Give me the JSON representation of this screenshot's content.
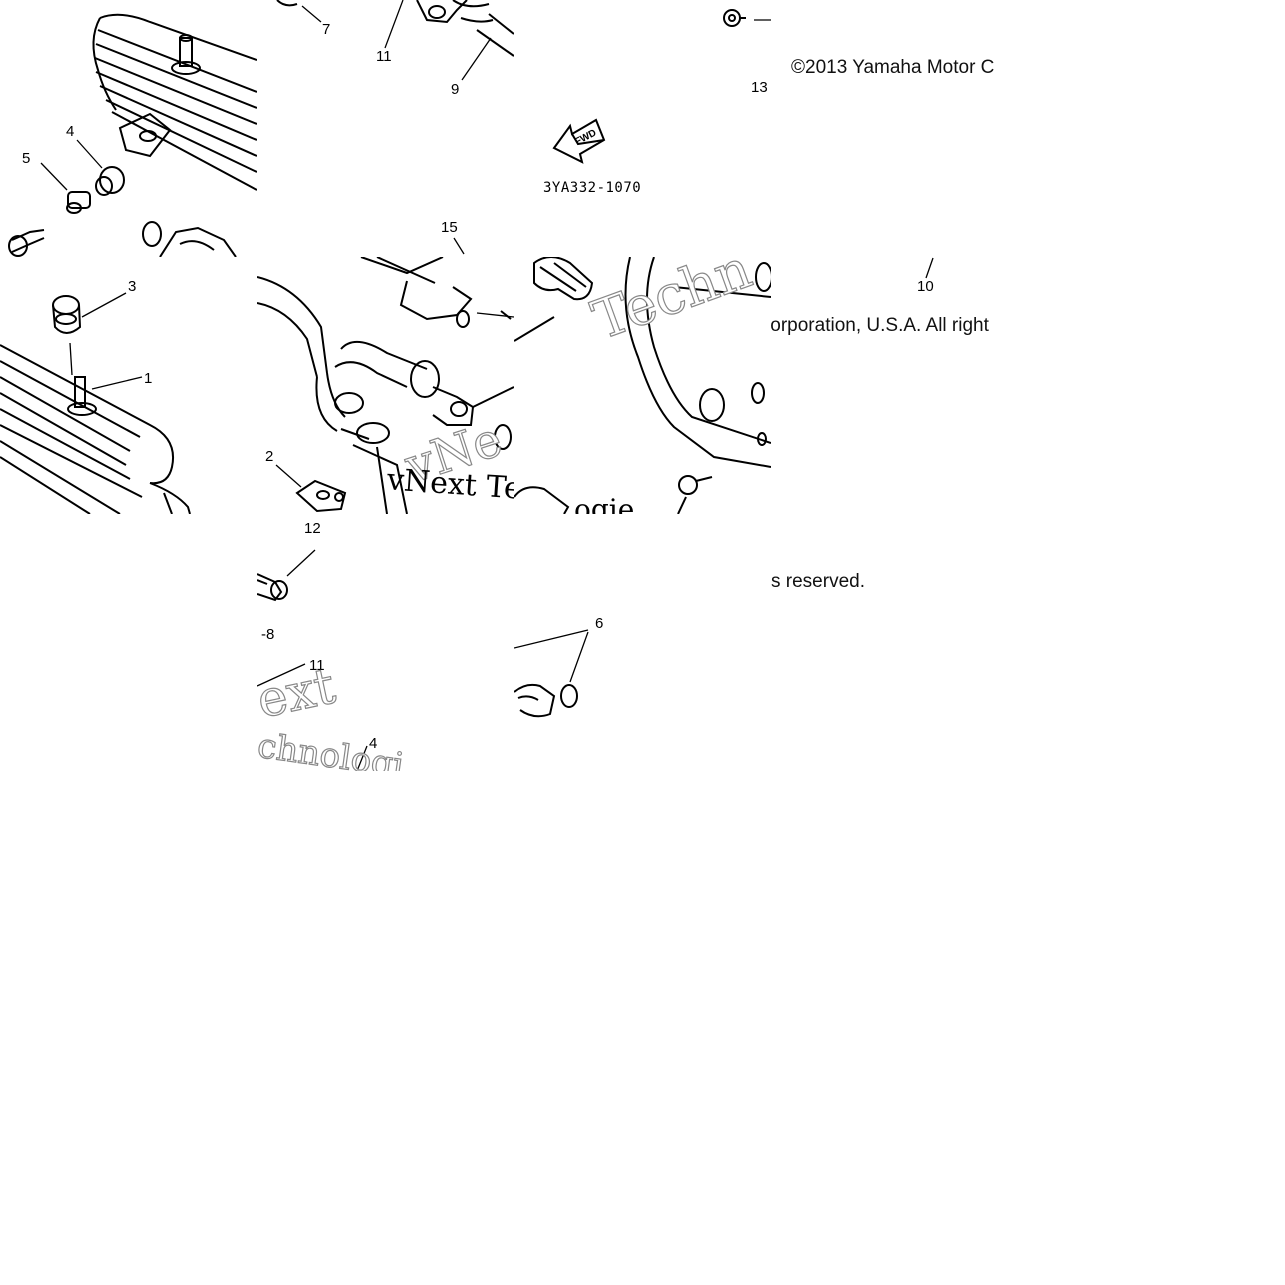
{
  "diagram": {
    "copyright": {
      "line1": "©2013 Yamaha Motor C",
      "line2": ":orporation, U.S.A. All right",
      "line3": "s reserved."
    },
    "part_code": "3YA332-1070",
    "fwd_label": "FWD",
    "watermarks": [
      "Techn",
      "vNe",
      "vNext Te",
      "ogie",
      "ext",
      "chnologi"
    ],
    "callouts": {
      "c1": "1",
      "c2": "2",
      "c3": "3",
      "c4a": "4",
      "c4b": "4",
      "c5": "5",
      "c6": "6",
      "c7": "7",
      "c8": "-8",
      "c9": "9",
      "c10": "10",
      "c11a": "11",
      "c11b": "11",
      "c12": "12",
      "c13": "13",
      "c15": "15"
    }
  }
}
